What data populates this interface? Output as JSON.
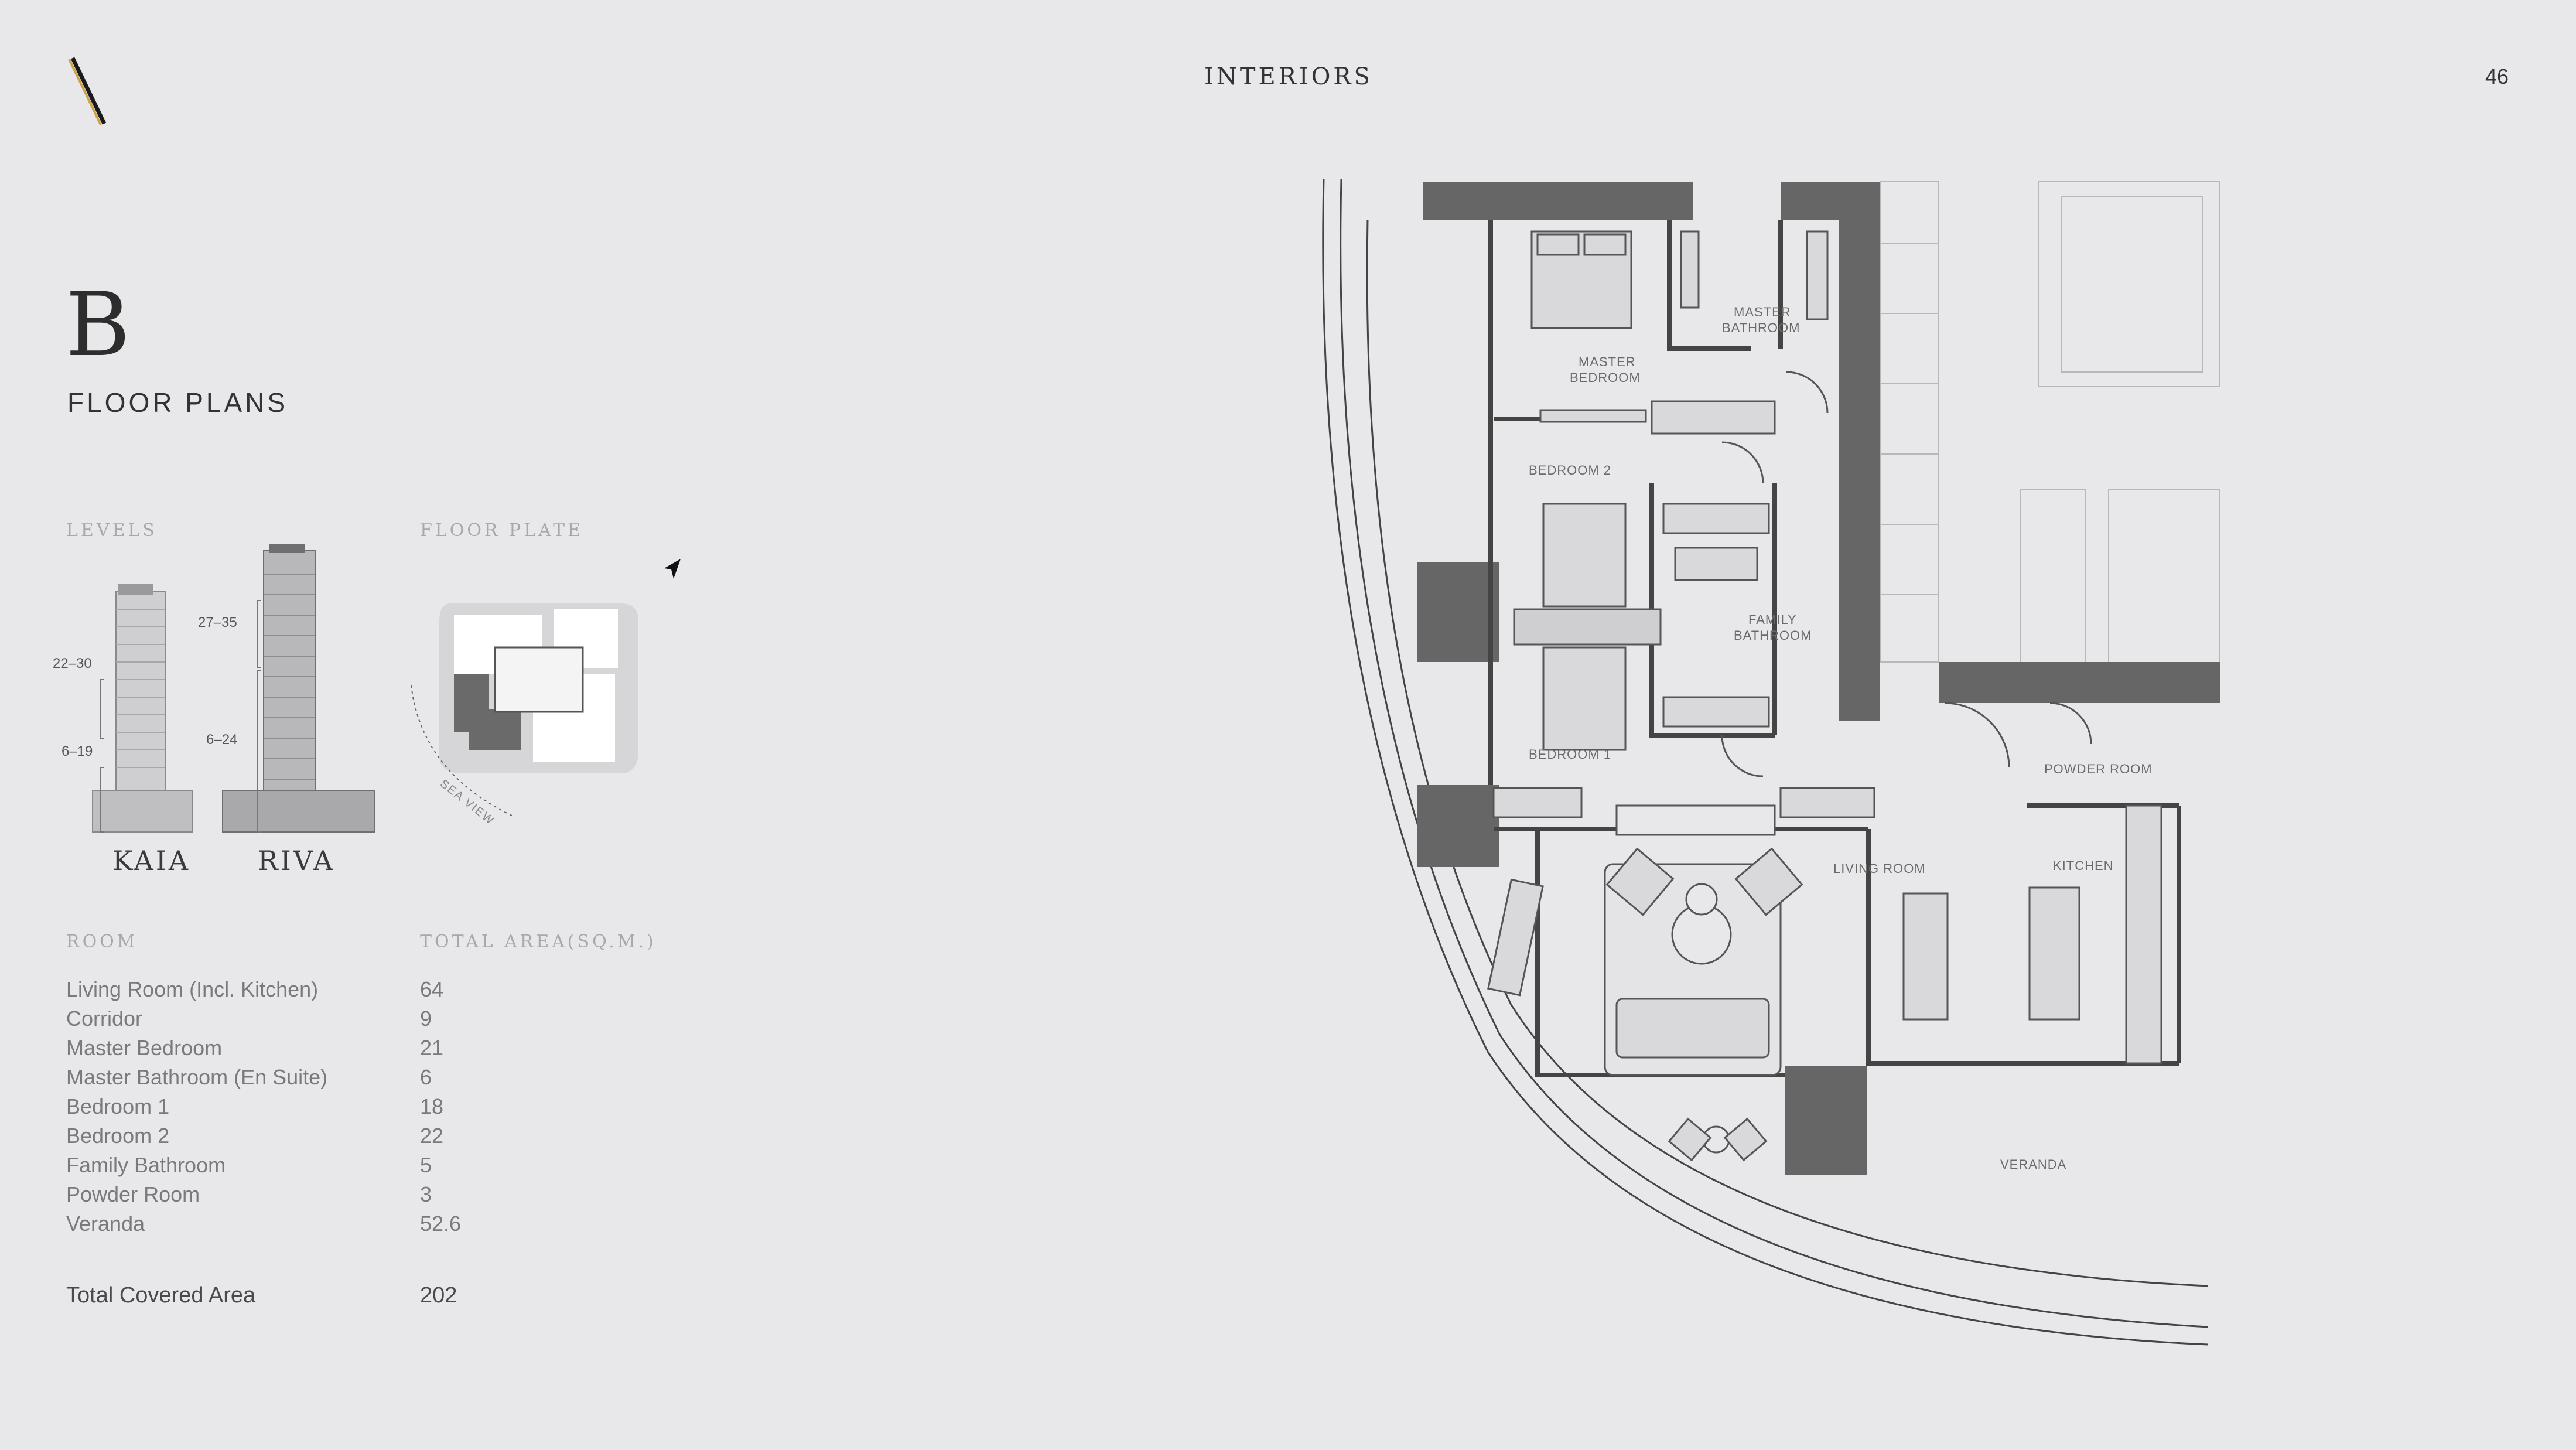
{
  "header": {
    "title": "INTERIORS",
    "page_number": "46"
  },
  "logo": {
    "icon": "brand-slash-logo"
  },
  "unit": {
    "letter": "B",
    "subtitle": "FLOOR PLANS"
  },
  "levels": {
    "label": "LEVELS",
    "towers": [
      {
        "name": "KAIA",
        "ranges": [
          "22–30",
          "6–19"
        ]
      },
      {
        "name": "RIVA",
        "ranges": [
          "27–35",
          "6–24"
        ]
      }
    ]
  },
  "floor_plate": {
    "label": "FLOOR PLATE",
    "view_label": "SEA VIEW",
    "north_icon": "north-arrow-icon"
  },
  "areas": {
    "room_header": "ROOM",
    "area_header": "TOTAL AREA(SQ.M.)",
    "rows": [
      {
        "room": "Living Room (Incl. Kitchen)",
        "area": "64"
      },
      {
        "room": "Corridor",
        "area": "9"
      },
      {
        "room": "Master Bedroom",
        "area": "21"
      },
      {
        "room": "Master Bathroom (En Suite)",
        "area": "6"
      },
      {
        "room": "Bedroom 1",
        "area": "18"
      },
      {
        "room": "Bedroom 2",
        "area": "22"
      },
      {
        "room": "Family Bathroom",
        "area": "5"
      },
      {
        "room": "Powder Room",
        "area": "3"
      },
      {
        "room": "Veranda",
        "area": "52.6"
      }
    ],
    "total": {
      "label": "Total Covered Area",
      "value": "202"
    }
  },
  "plan_labels": {
    "master_bedroom_1": "MASTER",
    "master_bedroom_2": "BEDROOM",
    "master_bathroom_1": "MASTER",
    "master_bathroom_2": "BATHROOM",
    "bedroom2": "BEDROOM 2",
    "bedroom1": "BEDROOM 1",
    "family_bathroom_1": "FAMILY",
    "family_bathroom_2": "BATHROOM",
    "powder_room": "POWDER ROOM",
    "kitchen": "KITCHEN",
    "living_room": "LIVING ROOM",
    "veranda": "VERANDA"
  },
  "colors": {
    "background": "#e8e8ea",
    "wall": "#666666",
    "text": "#2b2b2b",
    "muted": "#a8a8aa",
    "accent_gold": "#c9a44a"
  }
}
